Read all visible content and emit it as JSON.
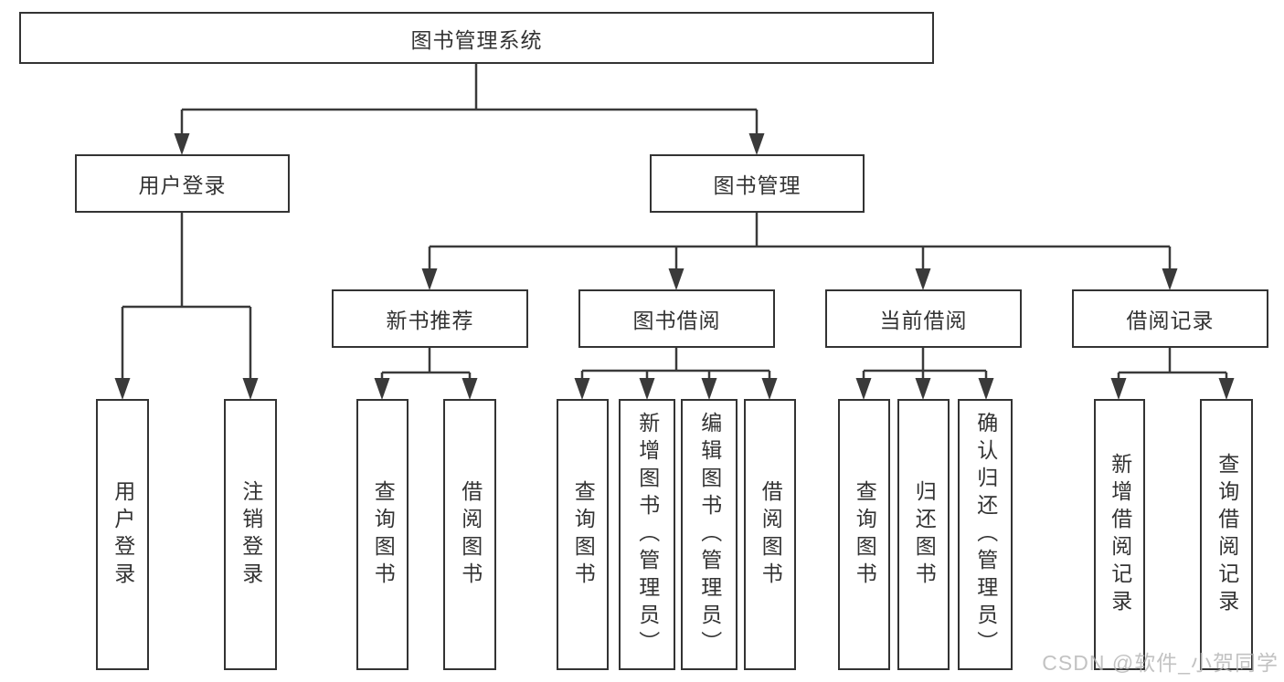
{
  "colors": {
    "line": "#3a3a3a",
    "box_border": "#333333",
    "text": "#333333",
    "background": "#ffffff",
    "watermark": "#b3b3b3"
  },
  "root": {
    "label": "图书管理系统"
  },
  "branches": [
    {
      "label": "用户登录",
      "leaves": [
        {
          "label": "用户登录"
        },
        {
          "label": "注销登录"
        }
      ]
    },
    {
      "label": "图书管理",
      "children": [
        {
          "label": "新书推荐",
          "leaves": [
            {
              "label": "查询图书"
            },
            {
              "label": "借阅图书"
            }
          ]
        },
        {
          "label": "图书借阅",
          "leaves": [
            {
              "label": "查询图书"
            },
            {
              "label": "新增图书（管理员）"
            },
            {
              "label": "编辑图书（管理员）"
            },
            {
              "label": "借阅图书"
            }
          ]
        },
        {
          "label": "当前借阅",
          "leaves": [
            {
              "label": "查询图书"
            },
            {
              "label": "归还图书"
            },
            {
              "label": "确认归还（管理员）"
            }
          ]
        },
        {
          "label": "借阅记录",
          "leaves": [
            {
              "label": "新增借阅记录"
            },
            {
              "label": "查询借阅记录"
            }
          ]
        }
      ]
    }
  ],
  "watermark": {
    "text": "CSDN @软件_小贺同学"
  }
}
